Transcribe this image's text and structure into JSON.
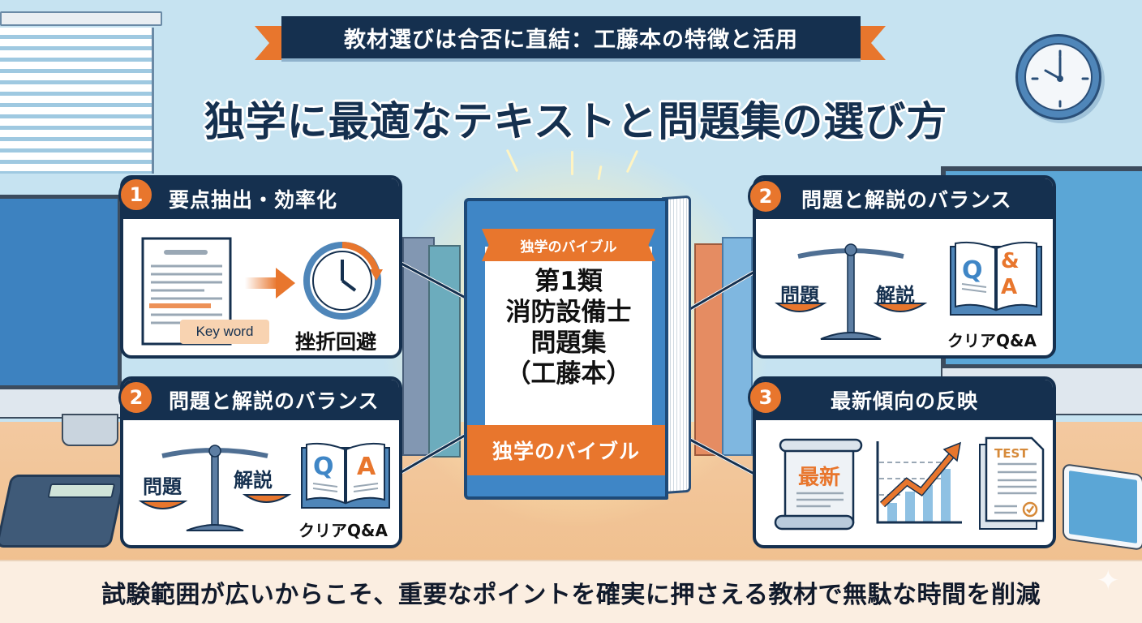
{
  "header": {
    "banner": "教材選びは合否に直結：工藤本の特徴と活用",
    "title": "独学に最適なテキストと問題集の選び方"
  },
  "cards": [
    {
      "number": "1",
      "title": "要点抽出・効率化",
      "items": {
        "keyword_label": "Key word",
        "result_label": "挫折回避"
      },
      "icons": [
        "document-icon",
        "arrow-right-icon",
        "clock-refresh-icon"
      ]
    },
    {
      "number": "2",
      "title": "問題と解説のバランス",
      "items": {
        "left_pan": "問題",
        "right_pan": "解説",
        "q": "Q",
        "a": "A",
        "book_caption": "クリアQ&A"
      },
      "icons": [
        "balance-scale-icon",
        "open-book-qa-icon"
      ]
    },
    {
      "number": "2",
      "title": "問題と解説のバランス",
      "items": {
        "left_pan": "問題",
        "right_pan": "解説",
        "q": "Q",
        "a": "&A",
        "book_caption": "クリアQ&A"
      },
      "icons": [
        "balance-scale-icon",
        "open-book-qa-icon"
      ]
    },
    {
      "number": "3",
      "title": "最新傾向の反映",
      "items": {
        "scroll_label": "最新",
        "test_label": "TEST"
      },
      "icons": [
        "scroll-icon",
        "rising-chart-icon",
        "test-paper-icon"
      ]
    }
  ],
  "book": {
    "ribbon": "独学のバイブル",
    "title_lines": [
      "第1類",
      "消防設備士",
      "問題集",
      "（工藤本）"
    ],
    "band": "独学のバイブル"
  },
  "footer": {
    "text": "試験範囲が広いからこそ、重要なポイントを確実に押さえる教材で無駄な時間を削減"
  },
  "colors": {
    "navy": "#15304f",
    "orange": "#e8762d",
    "blue": "#3f86c6",
    "wall": "#c6e3f1",
    "desk": "#f3c9a0"
  }
}
